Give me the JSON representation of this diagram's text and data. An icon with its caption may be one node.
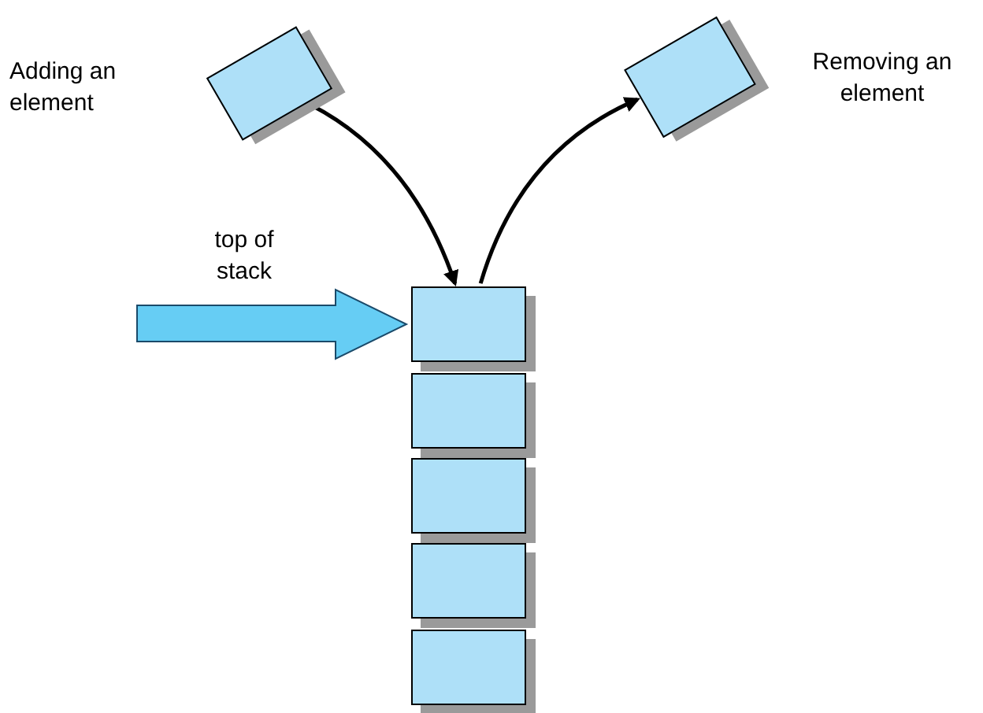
{
  "diagram": {
    "nodes": [
      {
        "text": [],
        "shape": "box",
        "beside": [
          "Adding an element"
        ]
      },
      {
        "text": [],
        "shape": "box",
        "beside": [
          "Removing an element"
        ]
      },
      {
        "text": [],
        "shape": "box"
      },
      {
        "text": [],
        "shape": "box"
      },
      {
        "text": [],
        "shape": "box"
      },
      {
        "text": [],
        "shape": "box"
      },
      {
        "text": [],
        "shape": "box"
      }
    ],
    "edges": [
      {
        "from": 0,
        "to": 2,
        "arrow": "to"
      },
      {
        "from": 2,
        "to": 1,
        "arrow": "to"
      },
      {
        "from": null,
        "to": 2,
        "arrow": "to",
        "label": "top of stack",
        "style": "thick",
        "color": "#66cdf4"
      }
    ]
  }
}
